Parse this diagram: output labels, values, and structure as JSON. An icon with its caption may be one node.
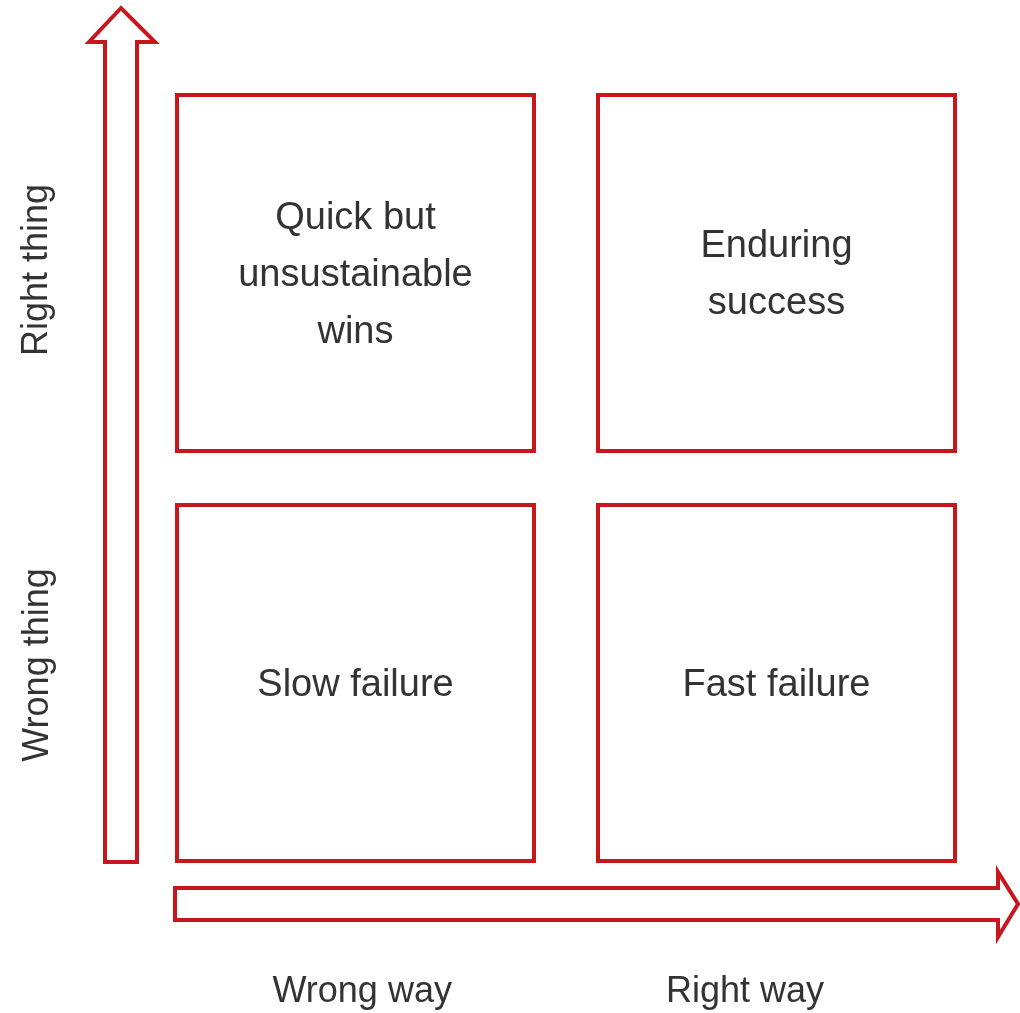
{
  "diagram": {
    "nodes": [
      {
        "text": [
          "Quick but unsustainable wins"
        ]
      },
      {
        "text": [
          "Enduring success"
        ]
      },
      {
        "text": [
          "Slow failure"
        ]
      },
      {
        "text": [
          "Fast failure"
        ]
      }
    ],
    "labels": [
      "Right thing",
      "Wrong thing",
      "Wrong way",
      "Right way"
    ]
  }
}
